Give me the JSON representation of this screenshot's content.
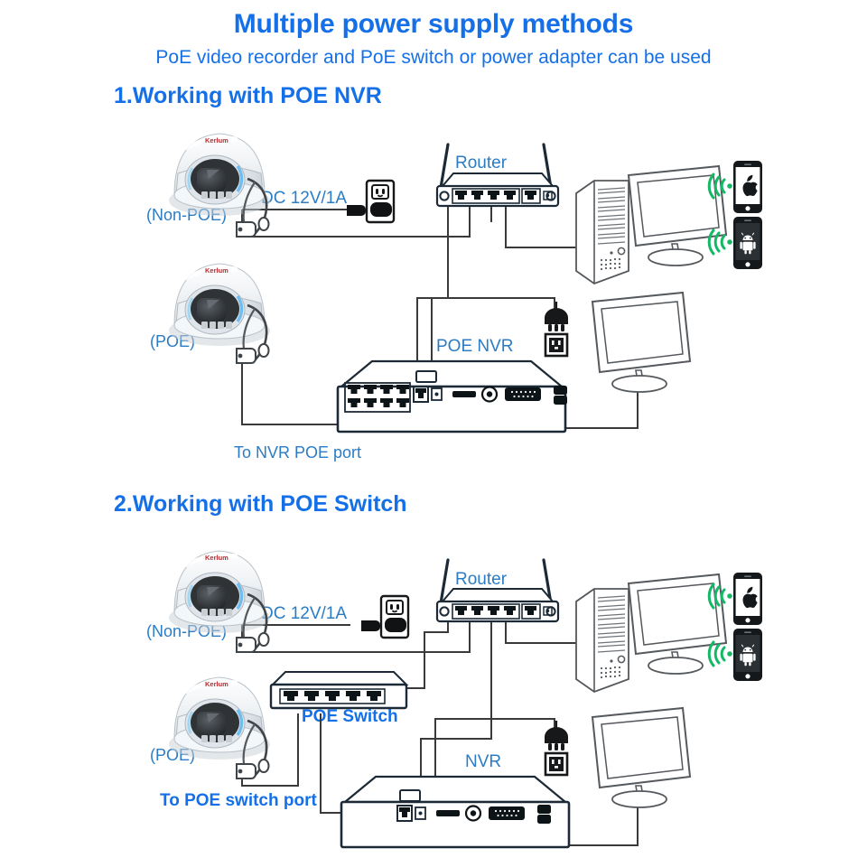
{
  "header": {
    "title": "Multiple power supply methods",
    "subtitle": "PoE video recorder and PoE switch or power adapter can be used",
    "accent_color": "#1570e8",
    "label_color": "#2b7cc4"
  },
  "sections": [
    {
      "id": "section-1",
      "heading": "1.Working with POE NVR",
      "labels": {
        "camera_top": "(Non-POE)",
        "camera_bottom": "(POE)",
        "power_spec": "DC 12V/1A",
        "router": "Router",
        "recorder": "POE NVR",
        "cable_note": "To NVR POE port"
      },
      "devices": {
        "camera_top": "dome-camera",
        "camera_bottom": "dome-camera",
        "power_adapter": "wall-outlet-adapter",
        "router_ports": 5,
        "router_antennas": 2,
        "recorder_poe_ports": 8,
        "pc_tower": "desktop-tower",
        "monitors": 2,
        "phones": [
          "apple-phone",
          "android-phone"
        ],
        "wifi_signals": 2,
        "power_socket": "plug-and-socket"
      }
    },
    {
      "id": "section-2",
      "heading": "2.Working with POE Switch",
      "labels": {
        "camera_top": "(Non-POE)",
        "camera_bottom": "(POE)",
        "power_spec": "DC 12V/1A",
        "router": "Router",
        "switch": "POE Switch",
        "recorder": "NVR",
        "cable_note": "To POE switch port"
      },
      "devices": {
        "camera_top": "dome-camera",
        "camera_bottom": "dome-camera",
        "power_adapter": "wall-outlet-adapter",
        "router_ports": 5,
        "router_antennas": 2,
        "switch_ports": 5,
        "recorder_poe_ports": 0,
        "pc_tower": "desktop-tower",
        "monitors": 2,
        "phones": [
          "apple-phone",
          "android-phone"
        ],
        "wifi_signals": 2,
        "power_socket": "plug-and-socket"
      }
    }
  ],
  "colors": {
    "wifi_green": "#14b866",
    "line_dark": "#3a3a3a",
    "device_stroke": "#1b2a36",
    "camera_body": "#f2f4f6",
    "camera_lens": "#3b3f43"
  }
}
